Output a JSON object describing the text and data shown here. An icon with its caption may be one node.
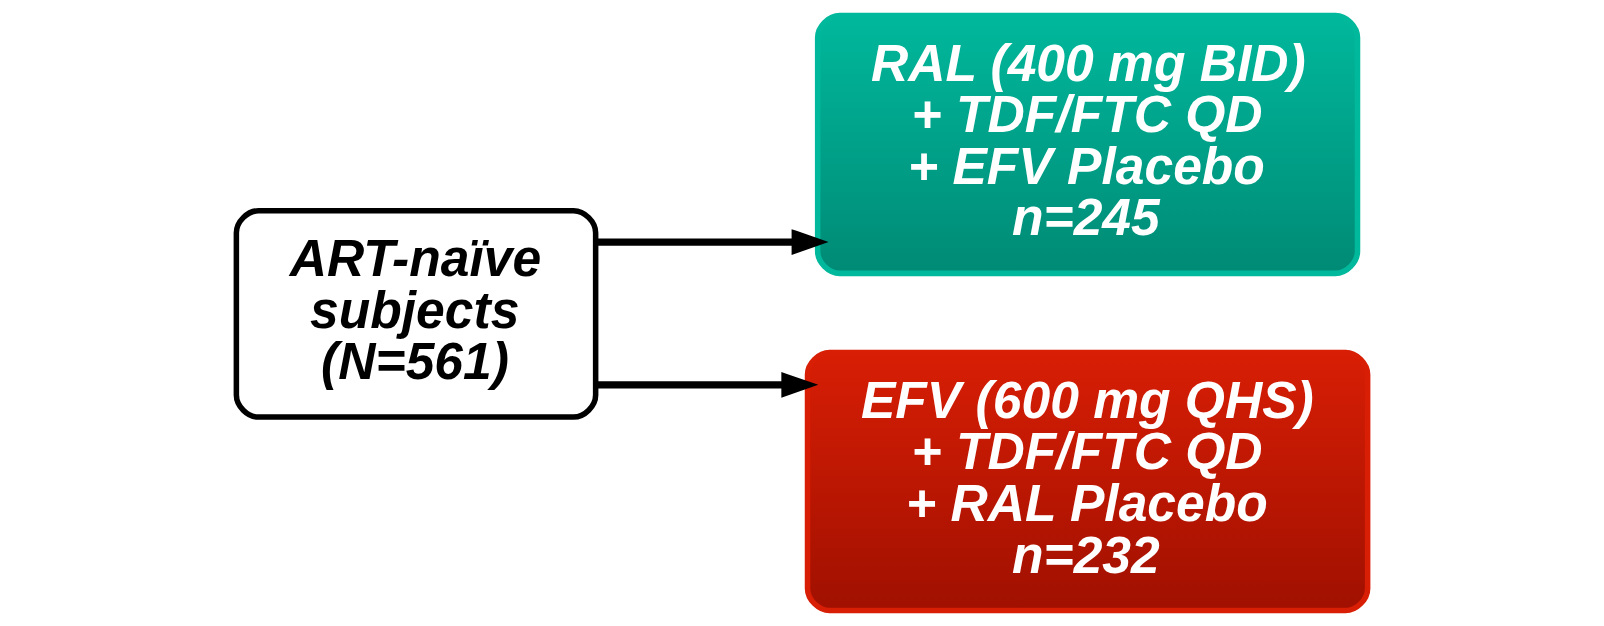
{
  "diagram": {
    "nodes": [
      {
        "text": [
          "ART-naïve subjects (N=561)"
        ]
      },
      {
        "text": [
          "RAL (400 mg BID)",
          "+ TDF/FTC QD",
          "+ EFV Placebo",
          "n=245"
        ]
      },
      {
        "text": [
          "EFV (600 mg QHS)",
          "+ TDF/FTC QD",
          "+ RAL Placebo",
          "n=232"
        ]
      }
    ],
    "edges": [
      {
        "from": 0,
        "to": 1,
        "arrow": "to"
      },
      {
        "from": 0,
        "to": 2,
        "arrow": "to"
      }
    ]
  }
}
